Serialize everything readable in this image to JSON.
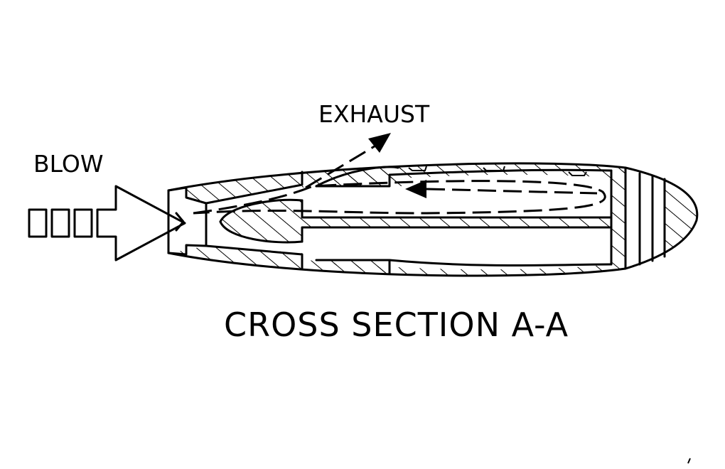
{
  "labels": {
    "exhaust": "EXHAUST",
    "blow": "BLOW",
    "caption": "CROSS SECTION A-A"
  },
  "colors": {
    "ink": "#000000",
    "background": "#ffffff"
  }
}
